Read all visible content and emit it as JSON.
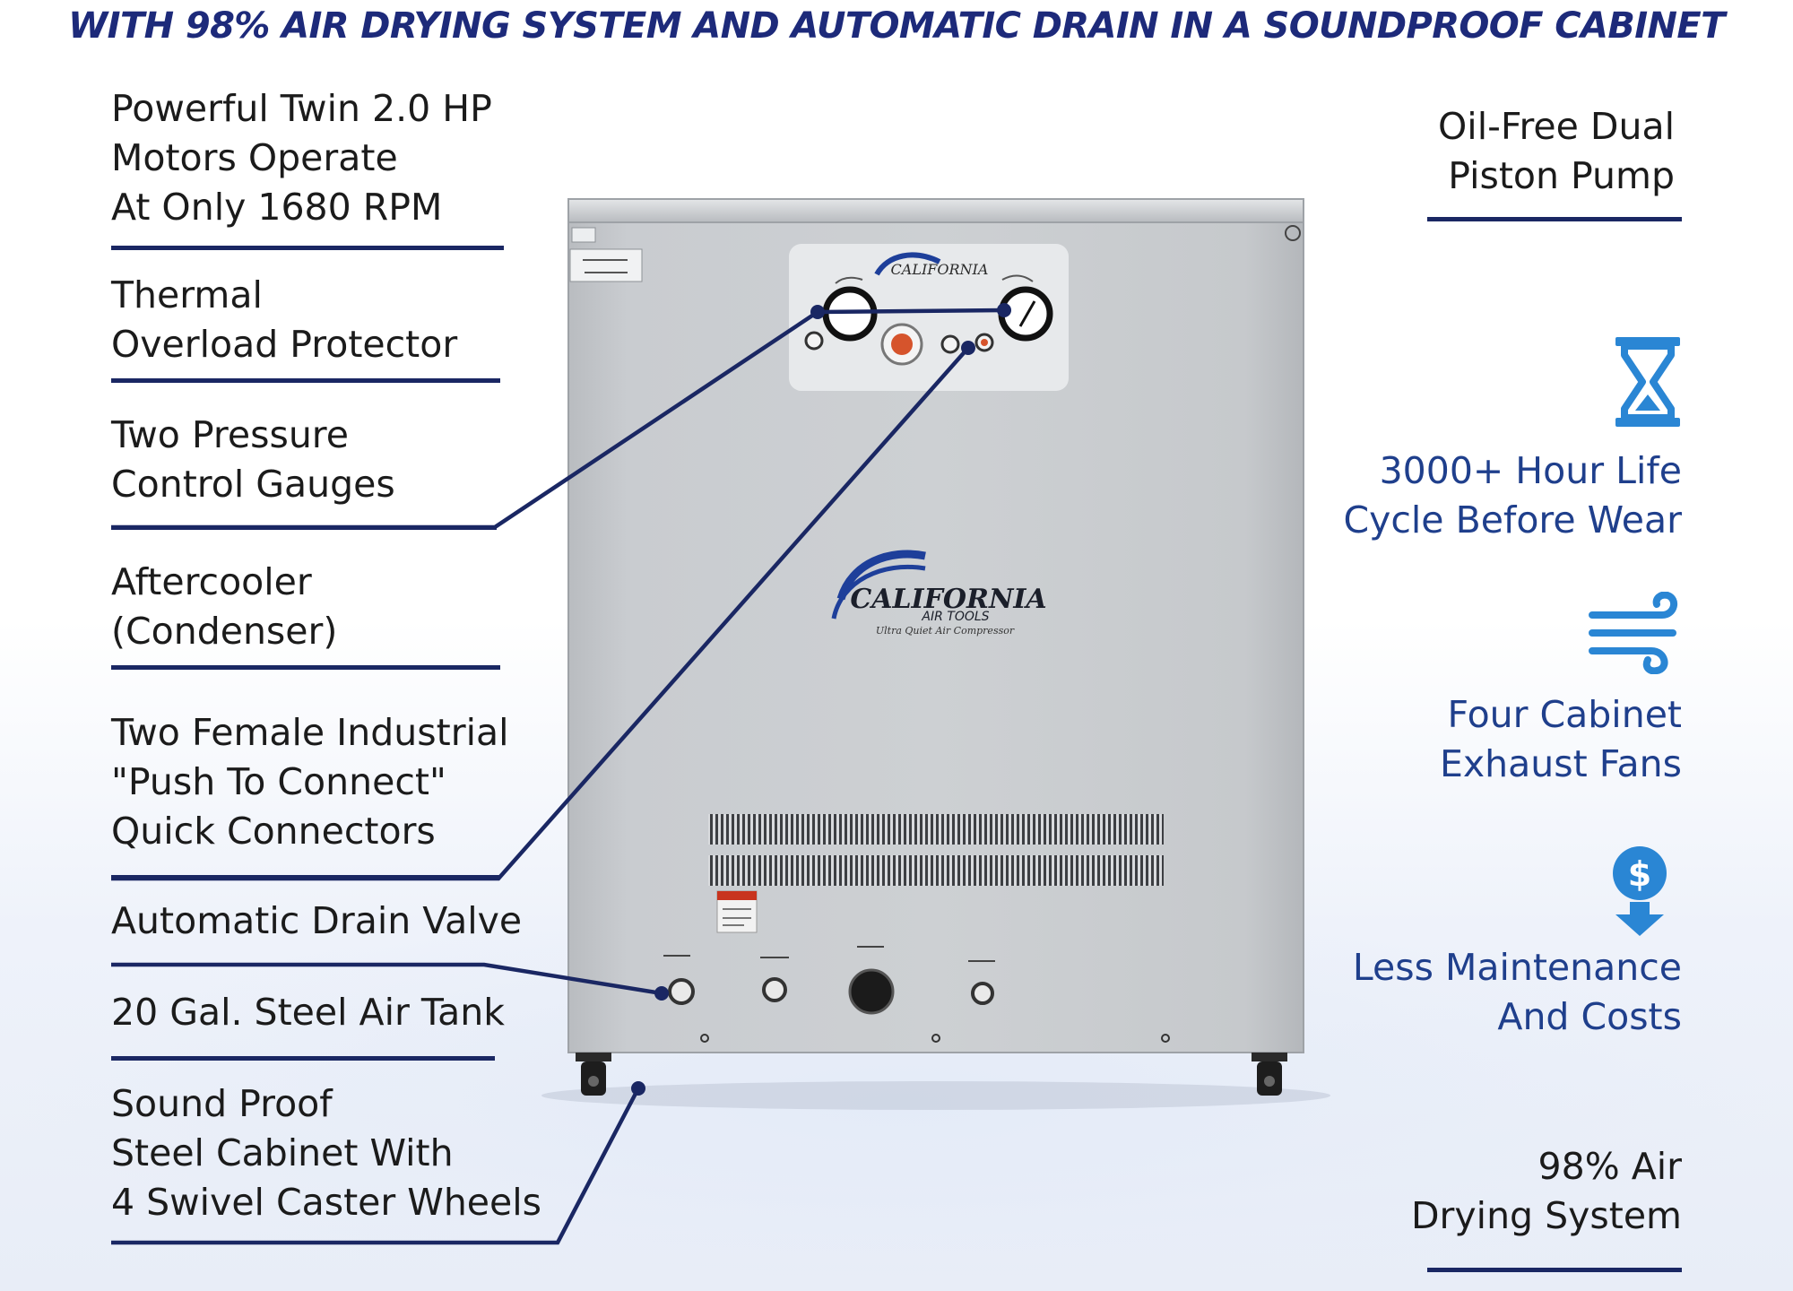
{
  "headline": "WITH 98% AIR DRYING SYSTEM AND AUTOMATIC DRAIN IN A SOUNDPROOF CABINET",
  "left_features": [
    {
      "lines": [
        "Powerful Twin 2.0 HP",
        "Motors Operate",
        "At Only 1680 RPM"
      ]
    },
    {
      "lines": [
        "Thermal",
        "Overload Protector"
      ]
    },
    {
      "lines": [
        "Two Pressure",
        "Control Gauges"
      ]
    },
    {
      "lines": [
        "Aftercooler",
        "(Condenser)"
      ]
    },
    {
      "lines": [
        "Two Female Industrial",
        "\"Push To Connect\"",
        "Quick Connectors"
      ]
    },
    {
      "lines": [
        "Automatic Drain Valve"
      ]
    },
    {
      "lines": [
        "20 Gal. Steel Air Tank"
      ]
    },
    {
      "lines": [
        "Sound Proof",
        "Steel Cabinet With",
        "4 Swivel Caster Wheels"
      ]
    }
  ],
  "right_features": [
    {
      "lines": [
        "Oil-Free Dual",
        "Piston Pump"
      ],
      "icon": "none"
    },
    {
      "lines": [
        "3000+ Hour Life",
        "Cycle Before Wear"
      ],
      "icon": "hourglass-icon"
    },
    {
      "lines": [
        "Four Cabinet",
        "Exhaust Fans"
      ],
      "icon": "wind-icon"
    },
    {
      "lines": [
        "Less Maintenance",
        "And Costs"
      ],
      "icon": "dollar-down-icon"
    },
    {
      "lines": [
        "98% Air",
        "Drying System"
      ],
      "icon": "none"
    }
  ],
  "product": {
    "brand_top": "CALIFORNIA",
    "brand": "CALIFORNIA",
    "brand_sub": "AIR TOOLS",
    "tagline": "Ultra Quiet Air Compressor"
  },
  "colors": {
    "navy": "#1a2763",
    "blue_text": "#1f3f8c",
    "icon_blue": "#2a86d4",
    "cabinet": "#c6c9cd"
  }
}
